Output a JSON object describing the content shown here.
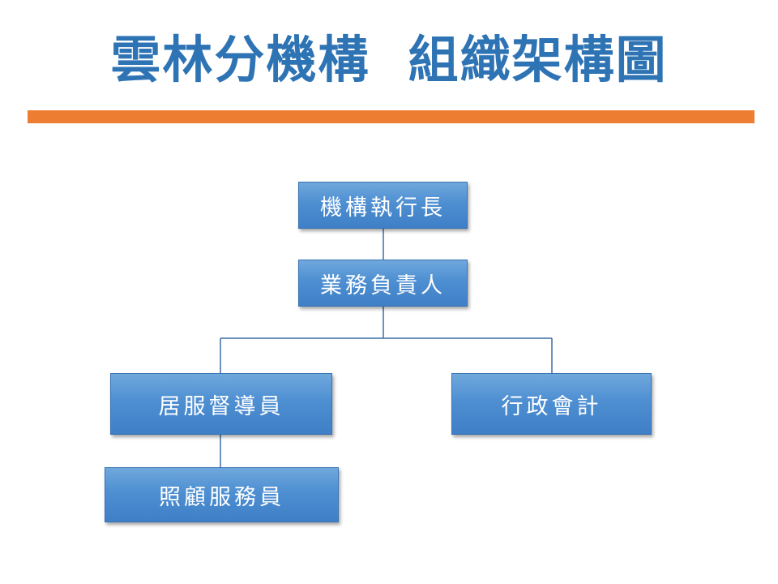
{
  "title": "雲林分機構  組織架構圖",
  "colors": {
    "title": "#2e74b5",
    "accent_bar": "#ed7d31",
    "node_fill": "#4e8fd2",
    "connector": "#3a6ea8"
  },
  "org_chart": {
    "nodes": [
      {
        "id": "ceo",
        "label": "機構執行長"
      },
      {
        "id": "head",
        "label": "業務負責人"
      },
      {
        "id": "supervisor",
        "label": "居服督導員"
      },
      {
        "id": "accounting",
        "label": "行政會計"
      },
      {
        "id": "care",
        "label": "照顧服務員"
      }
    ],
    "edges": [
      {
        "from": "ceo",
        "to": "head"
      },
      {
        "from": "head",
        "to": "supervisor"
      },
      {
        "from": "head",
        "to": "accounting"
      },
      {
        "from": "supervisor",
        "to": "care"
      }
    ]
  }
}
